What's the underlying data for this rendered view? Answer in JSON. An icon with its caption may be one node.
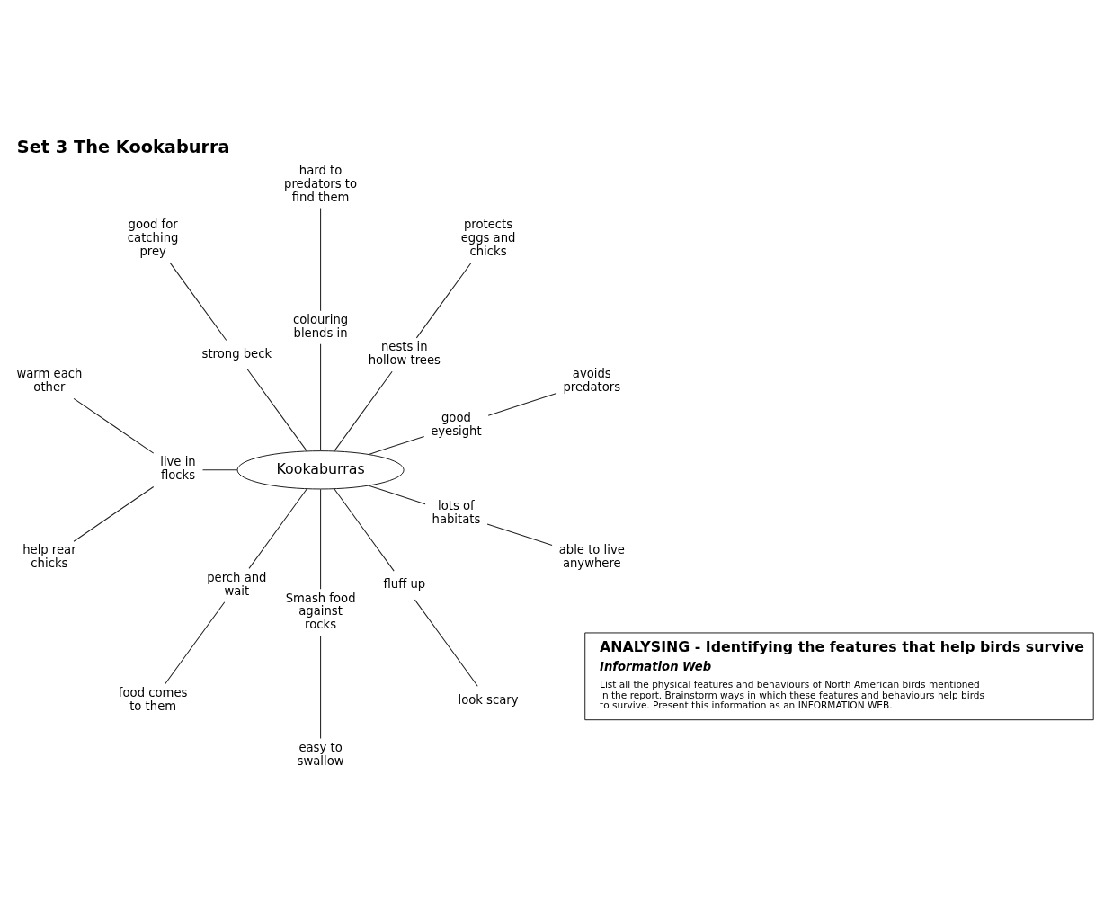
{
  "diagram": {
    "title": "Set 3 The Kookaburra",
    "nodes": [
      {
        "text": [
          "ANALYSING - Identifying the features that help birds survive",
          "Information Web",
          "List all the physical features and behaviours of North American birds mentioned in the report. Brainstorm ways in which these features and behaviours help birds to survive. Present this information as an INFORMATION WEB."
        ]
      },
      {
        "text": [
          "Kookaburras"
        ]
      },
      {
        "text": [
          "good eyesight"
        ]
      },
      {
        "text": [
          "avoids predators"
        ]
      },
      {
        "text": [
          "nests in hollow trees"
        ]
      },
      {
        "text": [
          "protects eggs and chicks"
        ]
      },
      {
        "text": [
          "colouring blends in"
        ]
      },
      {
        "text": [
          "hard to predators to find them"
        ]
      },
      {
        "text": [
          "strong beck"
        ]
      },
      {
        "text": [
          "good for catching prey"
        ]
      },
      {
        "text": [
          "live in flocks"
        ]
      },
      {
        "text": [
          "warm each other"
        ]
      },
      {
        "text": [
          "help rear chicks"
        ]
      },
      {
        "text": [
          "perch and wait"
        ]
      },
      {
        "text": [
          "food comes to them"
        ]
      },
      {
        "text": [
          "Smash food against rocks"
        ]
      },
      {
        "text": [
          "easy to swallow"
        ]
      },
      {
        "text": [
          "fluff up"
        ]
      },
      {
        "text": [
          "look scary"
        ]
      },
      {
        "text": [
          "lots of habitats"
        ]
      },
      {
        "text": [
          "able to live anywhere"
        ]
      }
    ],
    "edges": [
      {
        "from": 1,
        "to": 2,
        "arrow": "none"
      },
      {
        "from": 2,
        "to": 3,
        "arrow": "none"
      },
      {
        "from": 1,
        "to": 4,
        "arrow": "none"
      },
      {
        "from": 4,
        "to": 5,
        "arrow": "none"
      },
      {
        "from": 1,
        "to": 6,
        "arrow": "none"
      },
      {
        "from": 6,
        "to": 7,
        "arrow": "none"
      },
      {
        "from": 1,
        "to": 8,
        "arrow": "none"
      },
      {
        "from": 8,
        "to": 9,
        "arrow": "none"
      },
      {
        "from": 1,
        "to": 10,
        "arrow": "none"
      },
      {
        "from": 10,
        "to": 11,
        "arrow": "none"
      },
      {
        "from": 10,
        "to": 12,
        "arrow": "none"
      },
      {
        "from": 1,
        "to": 13,
        "arrow": "none"
      },
      {
        "from": 13,
        "to": 14,
        "arrow": "none"
      },
      {
        "from": 1,
        "to": 15,
        "arrow": "none"
      },
      {
        "from": 15,
        "to": 16,
        "arrow": "none"
      },
      {
        "from": 1,
        "to": 17,
        "arrow": "none"
      },
      {
        "from": 17,
        "to": 18,
        "arrow": "none"
      },
      {
        "from": 1,
        "to": 19,
        "arrow": "none"
      },
      {
        "from": 19,
        "to": 20,
        "arrow": "none"
      }
    ]
  }
}
